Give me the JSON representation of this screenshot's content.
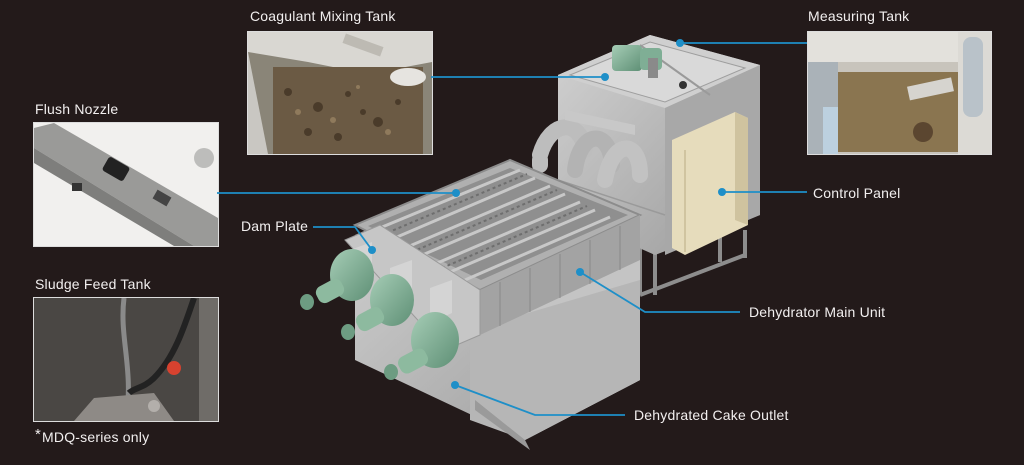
{
  "labels": {
    "coagulant_mixing_tank": "Coagulant Mixing Tank",
    "measuring_tank": "Measuring Tank",
    "flush_nozzle": "Flush Nozzle",
    "control_panel": "Control Panel",
    "dam_plate": "Dam Plate",
    "sludge_feed_tank": "Sludge Feed Tank",
    "dehydrator_main_unit": "Dehydrator Main Unit",
    "dehydrated_cake_outlet": "Dehydrated Cake Outlet"
  },
  "footnote": {
    "star": "*",
    "text": "MDQ-series only"
  },
  "colors": {
    "background": "#231a1a",
    "leader_line": "#1e8fc8",
    "machine_steel": "#b9b9b9",
    "motor_green": "#7fae95",
    "control_panel": "#e6dcbc"
  }
}
